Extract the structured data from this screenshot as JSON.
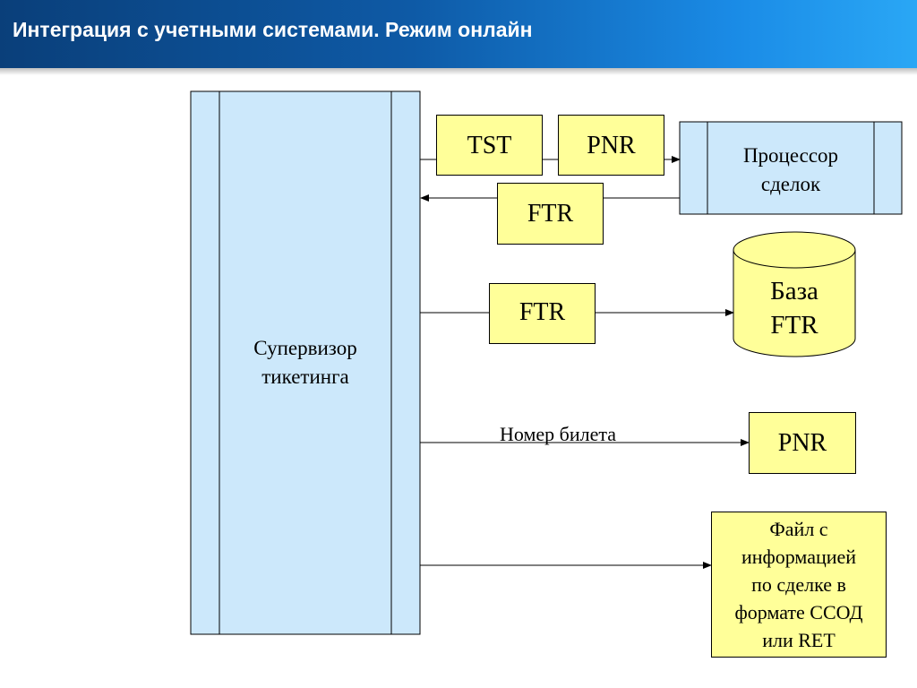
{
  "slide": {
    "title": "Интеграция с учетными системами. Режим онлайн"
  },
  "diagram": {
    "supervisor": {
      "line1": "Супервизор",
      "line2": "тикетинга"
    },
    "processor": {
      "line1": "Процессор",
      "line2": "сделок"
    },
    "database": {
      "line1": "База",
      "line2": "FTR"
    },
    "messages": {
      "tst": "TST",
      "pnr_to_processor": "PNR",
      "ftr_from_processor": "FTR",
      "ftr_to_db": "FTR",
      "pnr_target": "PNR"
    },
    "edge_labels": {
      "ticket_number": "Номер билета"
    },
    "file_box": {
      "lines": [
        "Файл с",
        "информацией",
        "по сделке в",
        "формате ССОД",
        "или RET"
      ]
    }
  }
}
